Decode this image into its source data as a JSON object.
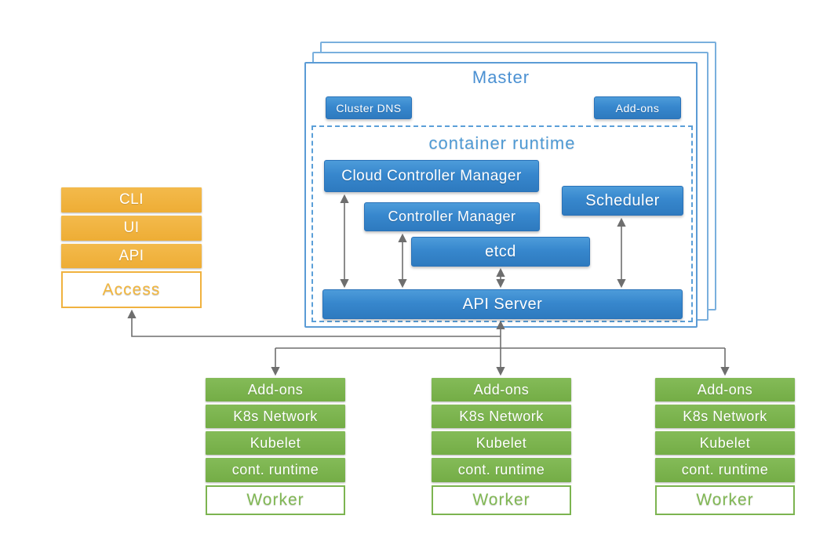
{
  "master": {
    "title": "Master",
    "cluster_dns_label": "Cluster DNS",
    "addons_label": "Add-ons",
    "container_runtime": {
      "title": "container runtime",
      "components": {
        "cloud_controller_manager": "Cloud Controller Manager",
        "controller_manager": "Controller Manager",
        "etcd": "etcd",
        "scheduler": "Scheduler",
        "api_server": "API Server"
      }
    }
  },
  "access_stack": {
    "rows": [
      "CLI",
      "UI",
      "API"
    ],
    "label": "Access"
  },
  "workers": [
    {
      "rows": [
        "Add-ons",
        "K8s Network",
        "Kubelet",
        "cont. runtime"
      ],
      "label": "Worker"
    },
    {
      "rows": [
        "Add-ons",
        "K8s Network",
        "Kubelet",
        "cont. runtime"
      ],
      "label": "Worker"
    },
    {
      "rows": [
        "Add-ons",
        "K8s Network",
        "Kubelet",
        "cont. runtime"
      ],
      "label": "Worker"
    }
  ],
  "colors": {
    "blue_fill": "#3787cd",
    "blue_border": "#2a72b8",
    "blue_light_outline": "#5b9bd5",
    "title_blue": "#4a90d2",
    "orange": "#f0b23f",
    "green": "#7cb450",
    "connector_gray": "#6e6e6e"
  }
}
